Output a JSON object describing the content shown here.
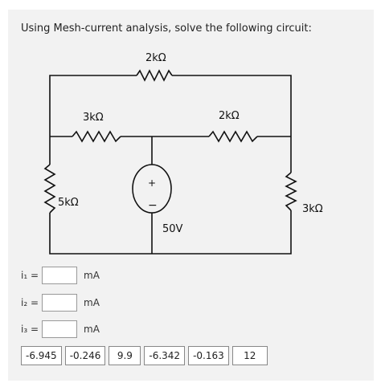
{
  "question": "Using Mesh-current analysis, solve the following circuit:",
  "circuit": {
    "resistors": {
      "top": "2kΩ",
      "mid_left": "3kΩ",
      "mid_right": "2kΩ",
      "left": "5kΩ",
      "right": "3kΩ"
    },
    "source": {
      "value": "50V",
      "plus": "+",
      "minus": "−"
    }
  },
  "answers": [
    {
      "label": "i₁ =",
      "unit": "mA",
      "value": ""
    },
    {
      "label": "i₂ =",
      "unit": "mA",
      "value": ""
    },
    {
      "label": "i₃ =",
      "unit": "mA",
      "value": ""
    }
  ],
  "choices": [
    "-6.945",
    "-0.246",
    "9.9",
    "-6.342",
    "-0.163",
    "12"
  ]
}
